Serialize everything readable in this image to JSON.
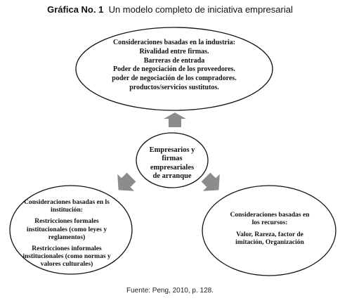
{
  "title": {
    "label": "Gráfica No. 1",
    "text": "Un modelo completo de iniciativa empresarial"
  },
  "nodes": {
    "industry": {
      "heading": "Consideraciones basadas en la industria:",
      "lines": [
        "Rivalidad entre firmas.",
        "Barreras de entrada",
        "Poder de negociación de los proveedores.",
        "poder de negociación de los compradores.",
        "productos/servicios sustitutos."
      ]
    },
    "center": {
      "lines": [
        "Empresarios y",
        "firmas",
        "empresariales",
        "de arranque"
      ]
    },
    "institution": {
      "heading_lines": [
        "Consideraciones basadas en ls",
        "institución:"
      ],
      "formal_lines": [
        "Restricciones formales",
        "institucionales (como leyes y",
        "reglamentos)"
      ],
      "informal_lines": [
        "Restricciones informales",
        "institucionales (como normas y",
        "valores culturales)"
      ]
    },
    "resources": {
      "heading_lines": [
        "Consideraciones basadas en",
        "los recursos:"
      ],
      "body_lines": [
        "Valor, Rareza, factor de",
        "imitación, Organización"
      ]
    }
  },
  "colors": {
    "arrow_fill": "#8c8c8c",
    "outline": "#111111"
  },
  "source": "Fuente: Peng, 2010, p. 128."
}
